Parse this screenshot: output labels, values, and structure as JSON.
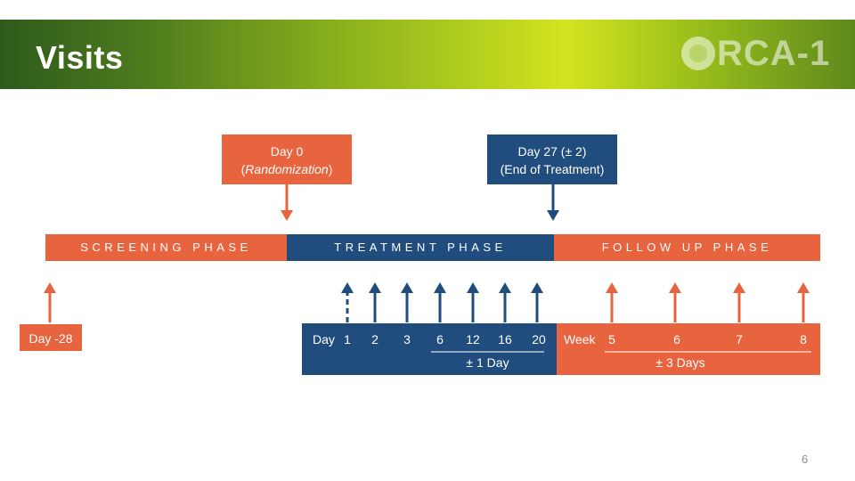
{
  "slide": {
    "title": "Visits",
    "logo_text": "RCA-1",
    "page_number": "6"
  },
  "colors": {
    "orange": "#E8643F",
    "navy": "#214C7E",
    "banner_green": "#86AD1C"
  },
  "callouts": {
    "day0_line1": "Day 0",
    "day0_paren_open": "(",
    "day0_line2": "Randomization",
    "day0_paren_close": ")",
    "day27_line1": "Day 27 (± 2)",
    "day27_line2": "(End of Treatment)"
  },
  "phases": {
    "screening": "SCREENING PHASE",
    "treatment": "TREATMENT PHASE",
    "followup": "FOLLOW UP PHASE"
  },
  "screening_visit": "Day -28",
  "treatment_visits": {
    "unit": "Day",
    "days": [
      "1",
      "2",
      "3",
      "6",
      "12",
      "16",
      "20"
    ],
    "window": "± 1 Day"
  },
  "followup_visits": {
    "unit": "Week",
    "weeks": [
      "5",
      "6",
      "7",
      "8"
    ],
    "window": "± 3 Days"
  }
}
